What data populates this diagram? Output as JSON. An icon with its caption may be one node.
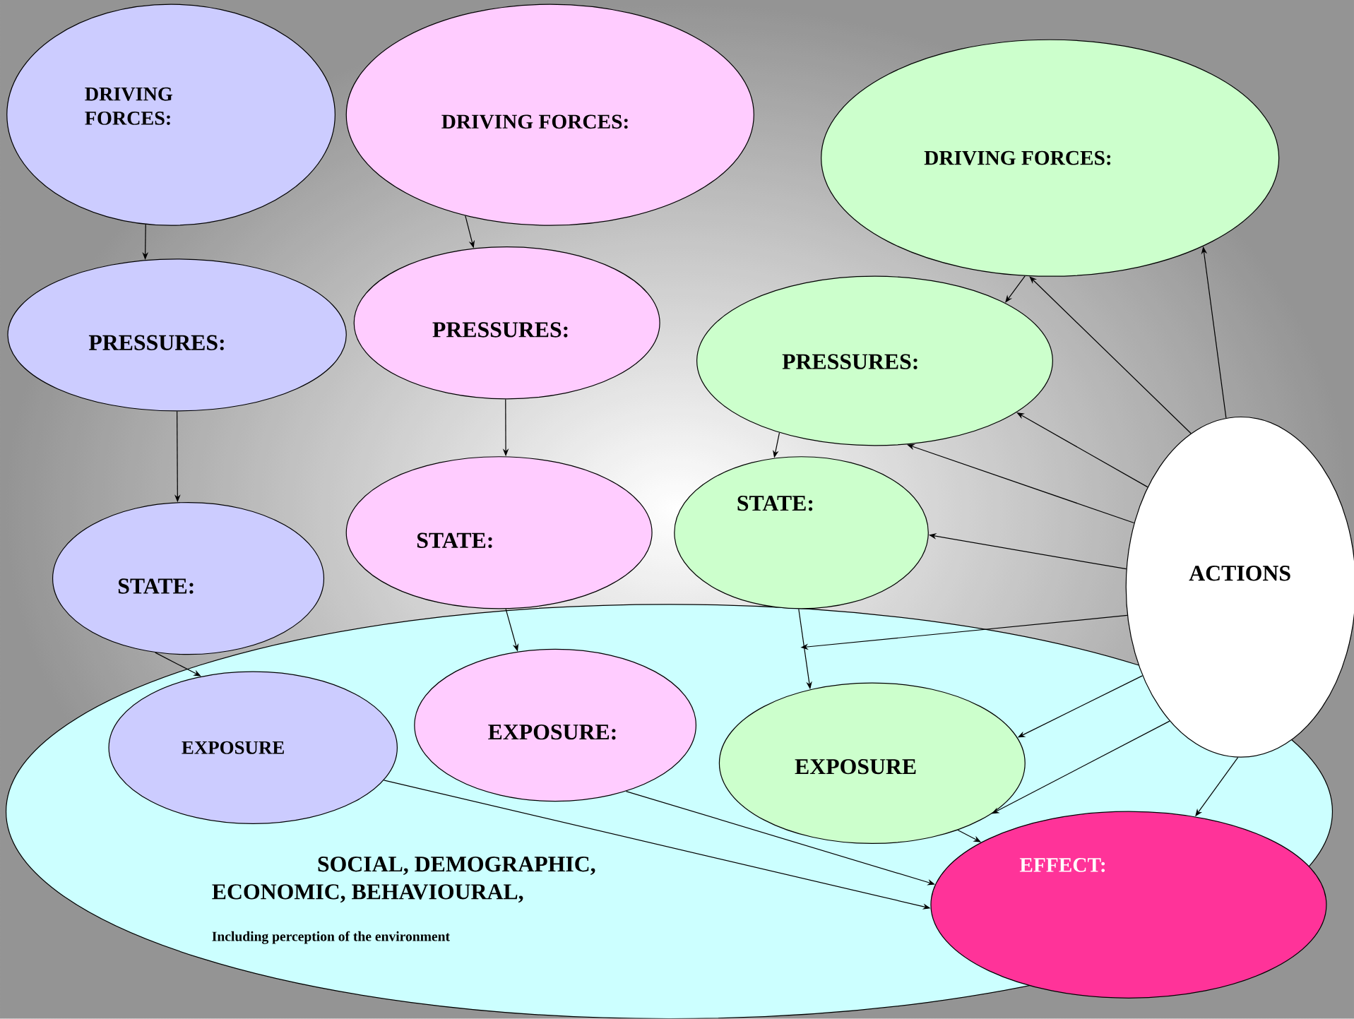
{
  "diagram": {
    "nodes": [
      {
        "text": [
          "DRIVING FORCES:"
        ]
      },
      {
        "text": [
          "DRIVING FORCES:"
        ]
      },
      {
        "text": [
          "DRIVING FORCES:"
        ]
      },
      {
        "text": [
          "PRESSURES:"
        ]
      },
      {
        "text": [
          "PRESSURES:"
        ]
      },
      {
        "text": [
          "PRESSURES:"
        ]
      },
      {
        "text": [
          "STATE:"
        ]
      },
      {
        "text": [
          "STATE:"
        ]
      },
      {
        "text": [
          "STATE:"
        ]
      },
      {
        "text": [
          "ACTIONS"
        ]
      },
      {
        "text": [
          "SOCIAL, DEMOGRAPHIC, ECONOMIC, BEHAVIOURAL,",
          "Including perception of the environment"
        ]
      },
      {
        "text": [
          "EXPOSURE"
        ],
        "in": 10
      },
      {
        "text": [
          "EXPOSURE:"
        ],
        "in": 10
      },
      {
        "text": [
          "EXPOSURE"
        ],
        "in": 10
      },
      {
        "text": [
          "EFFECT:"
        ],
        "in": 10
      }
    ],
    "edges": [
      {
        "from": 0,
        "to": 3,
        "arrow": "to"
      },
      {
        "from": 3,
        "to": 6,
        "arrow": "to"
      },
      {
        "from": 6,
        "to": 11,
        "arrow": "to"
      },
      {
        "from": 1,
        "to": 4,
        "arrow": "to"
      },
      {
        "from": 4,
        "to": 7,
        "arrow": "to"
      },
      {
        "from": 7,
        "to": 12,
        "arrow": "to"
      },
      {
        "from": 2,
        "to": 5,
        "arrow": "to"
      },
      {
        "from": 5,
        "to": 8,
        "arrow": "to"
      },
      {
        "from": 8,
        "to": 13,
        "arrow": "to"
      },
      {
        "from": 11,
        "to": 14,
        "arrow": "to"
      },
      {
        "from": 12,
        "to": 14,
        "arrow": "to"
      },
      {
        "from": 13,
        "to": 14,
        "arrow": "to"
      },
      {
        "from": 9,
        "to": 2,
        "arrow": "to"
      },
      {
        "from": 9,
        "to": 2,
        "arrow": "to"
      },
      {
        "from": 9,
        "to": 5,
        "arrow": "to"
      },
      {
        "from": 9,
        "to": 5,
        "arrow": "to"
      },
      {
        "from": 9,
        "to": 8,
        "arrow": "to"
      },
      {
        "from": 9,
        "to": null,
        "arrow": "to"
      },
      {
        "from": 9,
        "to": 13,
        "arrow": "to"
      },
      {
        "from": 9,
        "to": 13,
        "arrow": "to"
      },
      {
        "from": 9,
        "to": 14,
        "arrow": "to"
      }
    ]
  }
}
